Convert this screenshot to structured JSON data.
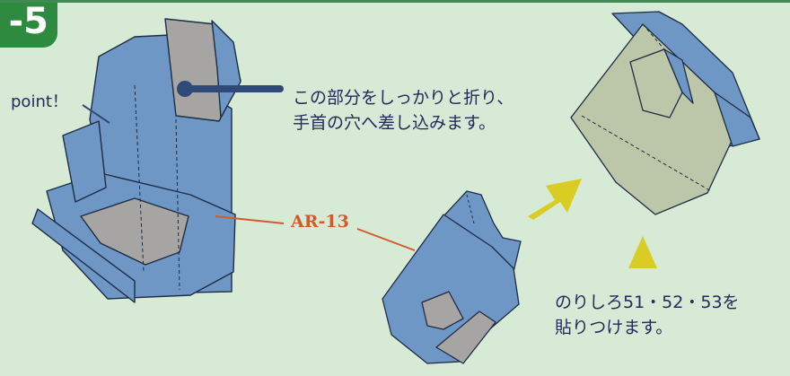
{
  "step_badge": "-5",
  "point_label": "point！",
  "callout": {
    "line1": "この部分をしっかりと折り、",
    "line2": "手首の穴へ差し込みます。"
  },
  "part_label": "AR-13",
  "glue_note": {
    "line1": "のりしろ51・52・53を",
    "line2": "貼りつけます。"
  },
  "colors": {
    "background": "#d7ead6",
    "part_blue": "#6f97c6",
    "part_shadow": "#a7a5a3",
    "flap_khaki": "#bcc6a8",
    "arrow_yellow": "#d9cc22",
    "leader_orange": "#d35a2a",
    "pointer_navy": "#2f4a79"
  }
}
